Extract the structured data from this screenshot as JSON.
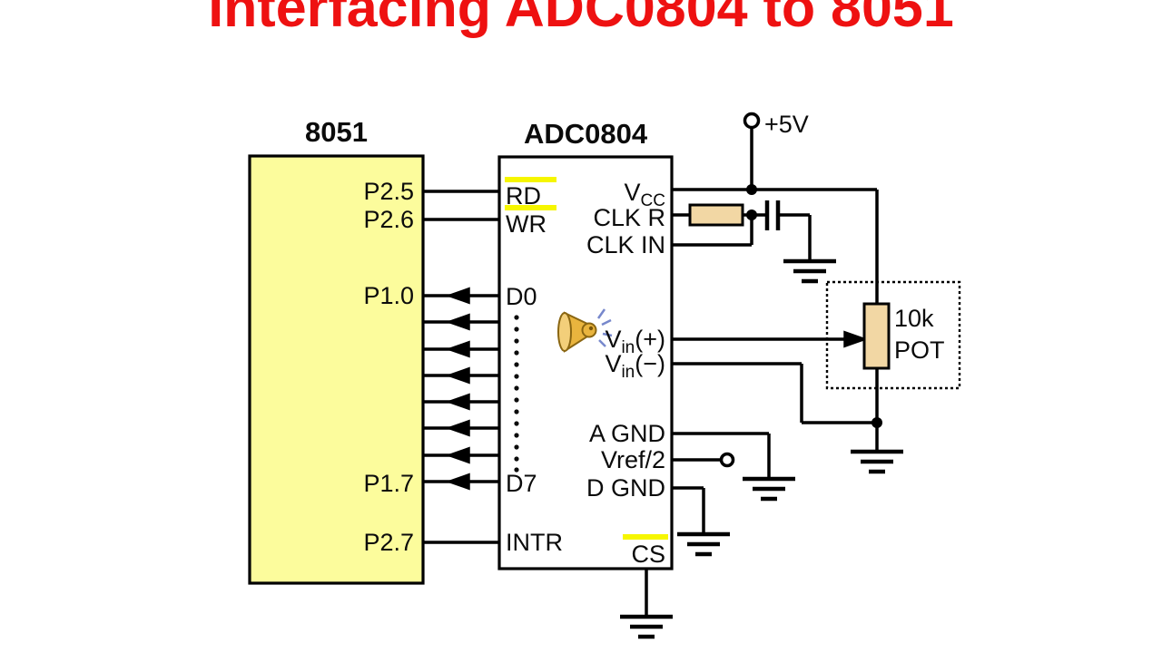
{
  "title": "Interfacing ADC0804 to 8051",
  "colors": {
    "title_red": "#ee1111",
    "chip_fill_yellow": "#fcfc9c",
    "component_fill_tan": "#f2d7a4",
    "active_low_bar_yellow": "#f6f600",
    "wire_black": "#000000",
    "speaker_gold": "#e9b43e",
    "speaker_rays_blue": "#7788cc"
  },
  "mcu": {
    "title": "8051",
    "pins": {
      "p25": "P2.5",
      "p26": "P2.6",
      "p10": "P1.0",
      "p17": "P1.7",
      "p27": "P2.7"
    }
  },
  "adc": {
    "title": "ADC0804",
    "pins": {
      "rd": "RD",
      "wr": "WR",
      "d0": "D0",
      "d7": "D7",
      "intr": "INTR",
      "vcc_base": "V",
      "vcc_sub": "CC",
      "clk_r": "CLK R",
      "clk_in": "CLK IN",
      "vin_base": "V",
      "vin_sub": "in",
      "vin_plus_tail": "(+)",
      "vin_minus_tail": "(−)",
      "a_gnd": "A GND",
      "vref": "Vref/2",
      "d_gnd": "D GND",
      "cs": "CS"
    }
  },
  "power": {
    "supply": "+5V"
  },
  "pot": {
    "value": "10k",
    "type": "POT"
  },
  "icons": {
    "speaker": "speaker-sound-icon"
  }
}
